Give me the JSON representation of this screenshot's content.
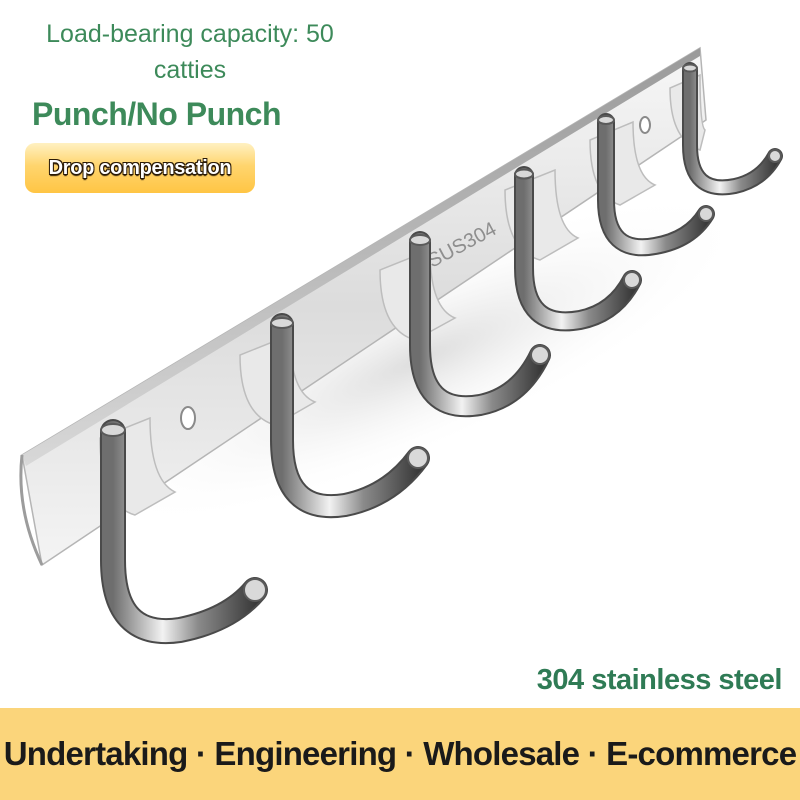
{
  "capacity": {
    "line1": "Load-bearing capacity: 50",
    "line2": "catties"
  },
  "punch_label": "Punch/No Punch",
  "drop_badge": "Drop compensation",
  "engraving": "SUS304",
  "material_label": "304 stainless steel",
  "banner_text": "Undertaking · Engineering · Wholesale · E-commerce",
  "colors": {
    "green_text": "#3d8a5a",
    "badge_gold": "#ffc544",
    "banner_yellow": "#fbd57b"
  },
  "product": {
    "name": "stainless steel wall hook rack",
    "hook_count": 6
  }
}
